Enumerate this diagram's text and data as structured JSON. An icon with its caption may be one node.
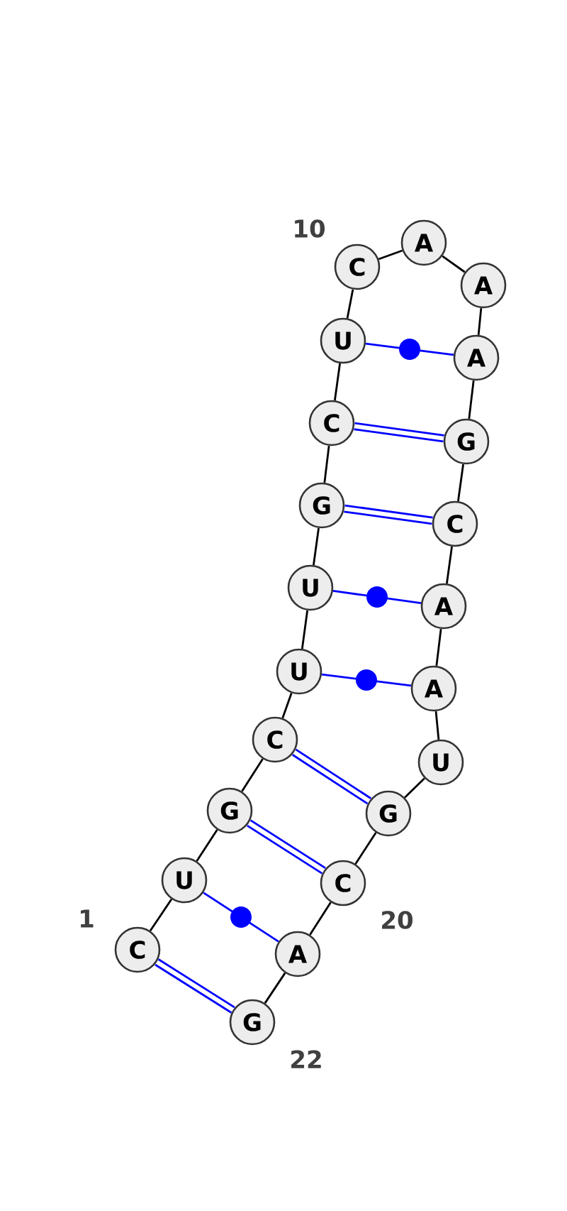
{
  "diagram": {
    "nodes": [
      {
        "text": [
          "C"
        ]
      },
      {
        "text": [
          "U"
        ]
      },
      {
        "text": [
          "G"
        ]
      },
      {
        "text": [
          "C"
        ]
      },
      {
        "text": [
          "U"
        ]
      },
      {
        "text": [
          "U"
        ]
      },
      {
        "text": [
          "G"
        ]
      },
      {
        "text": [
          "C"
        ]
      },
      {
        "text": [
          "U"
        ]
      },
      {
        "text": [
          "C"
        ]
      },
      {
        "text": [
          "A"
        ]
      },
      {
        "text": [
          "A"
        ]
      },
      {
        "text": [
          "A"
        ]
      },
      {
        "text": [
          "G"
        ]
      },
      {
        "text": [
          "C"
        ]
      },
      {
        "text": [
          "A"
        ]
      },
      {
        "text": [
          "A"
        ]
      },
      {
        "text": [
          "U"
        ]
      },
      {
        "text": [
          "G"
        ]
      },
      {
        "text": [
          "C"
        ]
      },
      {
        "text": [
          "A"
        ]
      },
      {
        "text": [
          "G"
        ]
      }
    ],
    "edges": [
      {
        "from": 0,
        "to": 1,
        "arrow": "none"
      },
      {
        "from": 1,
        "to": 2,
        "arrow": "none"
      },
      {
        "from": 2,
        "to": 3,
        "arrow": "none"
      },
      {
        "from": 3,
        "to": 4,
        "arrow": "none"
      },
      {
        "from": 4,
        "to": 5,
        "arrow": "none"
      },
      {
        "from": 5,
        "to": 6,
        "arrow": "none"
      },
      {
        "from": 6,
        "to": 7,
        "arrow": "none"
      },
      {
        "from": 7,
        "to": 8,
        "arrow": "none"
      },
      {
        "from": 8,
        "to": 9,
        "arrow": "none"
      },
      {
        "from": 9,
        "to": 10,
        "arrow": "none"
      },
      {
        "from": 10,
        "to": 11,
        "arrow": "none"
      },
      {
        "from": 11,
        "to": 12,
        "arrow": "none"
      },
      {
        "from": 12,
        "to": 13,
        "arrow": "none"
      },
      {
        "from": 13,
        "to": 14,
        "arrow": "none"
      },
      {
        "from": 14,
        "to": 15,
        "arrow": "none"
      },
      {
        "from": 15,
        "to": 16,
        "arrow": "none"
      },
      {
        "from": 16,
        "to": 17,
        "arrow": "none"
      },
      {
        "from": 17,
        "to": 18,
        "arrow": "none"
      },
      {
        "from": 18,
        "to": 19,
        "arrow": "none"
      },
      {
        "from": 19,
        "to": 20,
        "arrow": "none"
      },
      {
        "from": 20,
        "to": 21,
        "arrow": "none"
      },
      {
        "from": 0,
        "to": 21,
        "arrow": "none",
        "style": "thick",
        "color": "#0000ff"
      },
      {
        "from": 1,
        "to": 20,
        "arrow": "none",
        "color": "#0000ff"
      },
      {
        "from": 2,
        "to": 19,
        "arrow": "none",
        "style": "thick",
        "color": "#0000ff"
      },
      {
        "from": 3,
        "to": 18,
        "arrow": "none",
        "style": "thick",
        "color": "#0000ff"
      },
      {
        "from": 4,
        "to": 16,
        "arrow": "none",
        "color": "#0000ff"
      },
      {
        "from": 5,
        "to": 15,
        "arrow": "none",
        "color": "#0000ff"
      },
      {
        "from": 6,
        "to": 14,
        "arrow": "none",
        "style": "thick",
        "color": "#0000ff"
      },
      {
        "from": 7,
        "to": 13,
        "arrow": "none",
        "style": "thick",
        "color": "#0000ff"
      },
      {
        "from": 8,
        "to": 12,
        "arrow": "none",
        "color": "#0000ff"
      }
    ],
    "labels": [
      "10",
      "1",
      "20",
      "22"
    ]
  }
}
